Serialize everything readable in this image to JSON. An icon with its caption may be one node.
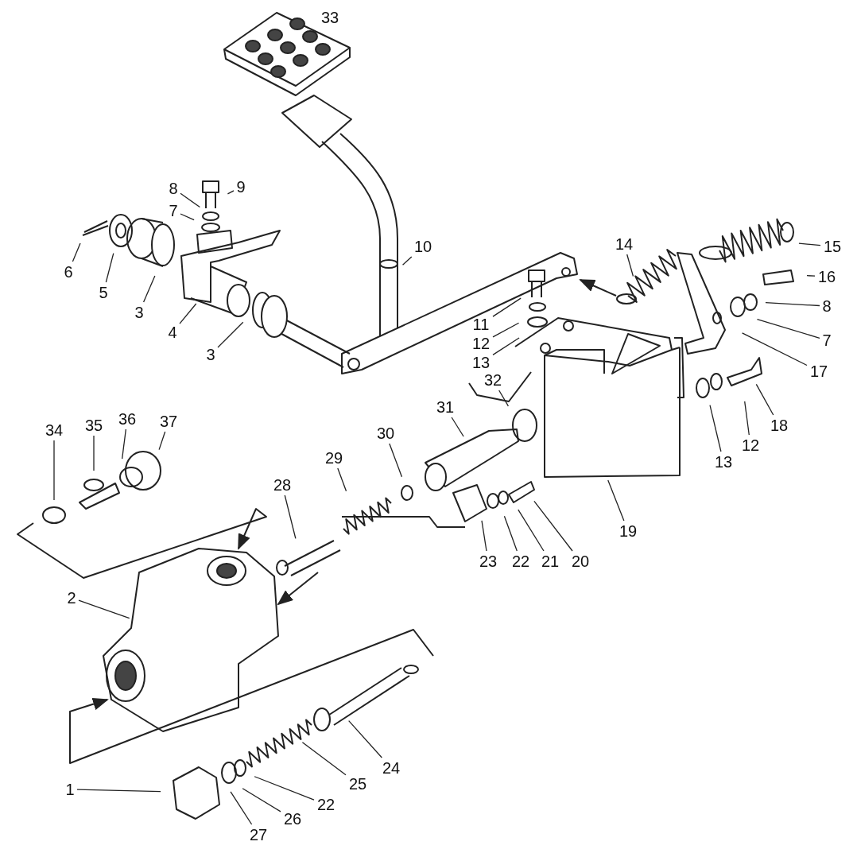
{
  "diagram": {
    "nodes": [
      {
        "text": [
          "8"
        ]
      },
      {
        "text": [
          "9"
        ]
      },
      {
        "text": [
          "7"
        ]
      },
      {
        "text": [
          "6"
        ]
      },
      {
        "text": [
          "5"
        ]
      },
      {
        "text": [
          "3"
        ]
      },
      {
        "text": [
          "4"
        ]
      },
      {
        "text": [
          "3"
        ]
      },
      {
        "text": [
          "10"
        ]
      },
      {
        "text": [
          "14"
        ]
      },
      {
        "text": [
          "15"
        ]
      },
      {
        "text": [
          "16"
        ]
      },
      {
        "text": [
          "11"
        ]
      },
      {
        "text": [
          "8"
        ]
      },
      {
        "text": [
          "12"
        ]
      },
      {
        "text": [
          "7"
        ]
      },
      {
        "text": [
          "13"
        ]
      },
      {
        "text": [
          "17"
        ]
      },
      {
        "text": [
          "32"
        ]
      },
      {
        "text": [
          "31"
        ]
      },
      {
        "text": [
          "18"
        ]
      },
      {
        "text": [
          "30"
        ]
      },
      {
        "text": [
          "34"
        ]
      },
      {
        "text": [
          "35"
        ]
      },
      {
        "text": [
          "36"
        ]
      },
      {
        "text": [
          "37"
        ]
      },
      {
        "text": [
          "12"
        ]
      },
      {
        "text": [
          "29"
        ]
      },
      {
        "text": [
          "13"
        ]
      },
      {
        "text": [
          "28"
        ]
      },
      {
        "text": [
          "19"
        ]
      },
      {
        "text": [
          "23"
        ]
      },
      {
        "text": [
          "22"
        ]
      },
      {
        "text": [
          "21"
        ]
      },
      {
        "text": [
          "20"
        ]
      },
      {
        "text": [
          "2"
        ]
      },
      {
        "text": [
          "24"
        ]
      },
      {
        "text": [
          "25"
        ]
      },
      {
        "text": [
          "1"
        ]
      },
      {
        "text": [
          "22"
        ]
      },
      {
        "text": [
          "26"
        ]
      },
      {
        "text": [
          "27"
        ]
      }
    ],
    "edges": [
      {
        "from": 0,
        "to": null,
        "arrow": "none"
      },
      {
        "from": 1,
        "to": null,
        "arrow": "none"
      },
      {
        "from": 2,
        "to": null,
        "arrow": "none"
      },
      {
        "from": 3,
        "to": null,
        "arrow": "none"
      },
      {
        "from": 4,
        "to": null,
        "arrow": "none"
      },
      {
        "from": 5,
        "to": null,
        "arrow": "none"
      },
      {
        "from": 6,
        "to": null,
        "arrow": "none"
      },
      {
        "from": 7,
        "to": null,
        "arrow": "none"
      },
      {
        "from": 8,
        "to": null,
        "arrow": "none"
      },
      {
        "from": 9,
        "to": null,
        "arrow": "none"
      },
      {
        "from": 10,
        "to": null,
        "arrow": "none"
      },
      {
        "from": 11,
        "to": null,
        "arrow": "none"
      },
      {
        "from": 12,
        "to": null,
        "arrow": "none"
      },
      {
        "from": 13,
        "to": null,
        "arrow": "none"
      },
      {
        "from": 14,
        "to": null,
        "arrow": "none"
      },
      {
        "from": 15,
        "to": null,
        "arrow": "none"
      },
      {
        "from": 16,
        "to": null,
        "arrow": "none"
      },
      {
        "from": 17,
        "to": null,
        "arrow": "none"
      },
      {
        "from": 18,
        "to": null,
        "arrow": "none"
      },
      {
        "from": 19,
        "to": null,
        "arrow": "none"
      },
      {
        "from": 20,
        "to": null,
        "arrow": "none"
      },
      {
        "from": 21,
        "to": null,
        "arrow": "none"
      },
      {
        "from": 22,
        "to": null,
        "arrow": "none"
      },
      {
        "from": 23,
        "to": null,
        "arrow": "none"
      },
      {
        "from": 24,
        "to": null,
        "arrow": "none"
      },
      {
        "from": 25,
        "to": null,
        "arrow": "none"
      },
      {
        "from": 26,
        "to": null,
        "arrow": "none"
      },
      {
        "from": 27,
        "to": null,
        "arrow": "none"
      },
      {
        "from": 28,
        "to": null,
        "arrow": "none"
      },
      {
        "from": 29,
        "to": null,
        "arrow": "none"
      },
      {
        "from": 30,
        "to": null,
        "arrow": "none"
      },
      {
        "from": 31,
        "to": null,
        "arrow": "none"
      },
      {
        "from": 32,
        "to": null,
        "arrow": "none"
      },
      {
        "from": 33,
        "to": null,
        "arrow": "none"
      },
      {
        "from": 34,
        "to": null,
        "arrow": "none"
      },
      {
        "from": 35,
        "to": null,
        "arrow": "none"
      },
      {
        "from": 36,
        "to": null,
        "arrow": "none"
      },
      {
        "from": 37,
        "to": null,
        "arrow": "none"
      },
      {
        "from": 38,
        "to": null,
        "arrow": "none"
      },
      {
        "from": 39,
        "to": null,
        "arrow": "none"
      },
      {
        "from": 40,
        "to": null,
        "arrow": "none"
      },
      {
        "from": 41,
        "to": null,
        "arrow": "none"
      }
    ],
    "labels": [
      "33"
    ]
  }
}
